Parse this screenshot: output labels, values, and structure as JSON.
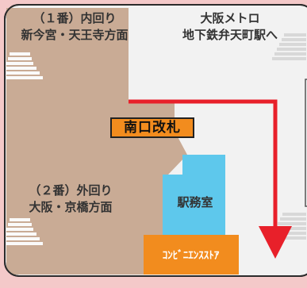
{
  "map": {
    "inner_loop": {
      "line1": "（１番）内回り",
      "line2": "新今宮・天王寺方面"
    },
    "outer_loop": {
      "line1": "（２番）外回り",
      "line2": "大阪・京橋方面"
    },
    "metro": {
      "line1": "大阪メトロ",
      "line2": "地下鉄弁天町駅へ"
    },
    "gate": "南口改札",
    "station_office": "駅務室",
    "convenience_store": "ｺﾝﾋﾞﾆｴﾝｽｽﾄｱ",
    "colors": {
      "platform_area": "#c9ab95",
      "concourse": "#f2f2f2",
      "gate_badge": "#f28c1e",
      "station_office": "#5ec8ec",
      "convenience_store": "#f28c1e",
      "route_arrow": "#e8202a",
      "background": "#f4c9c9"
    }
  }
}
